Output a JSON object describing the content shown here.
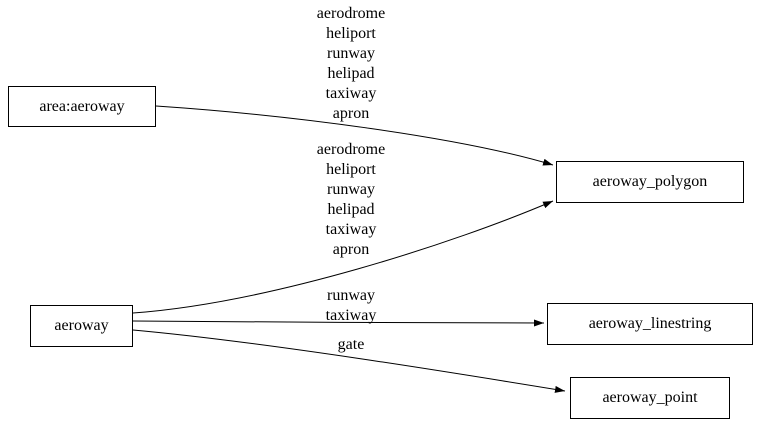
{
  "diagram": {
    "background": "#ffffff",
    "stroke_color": "#000000",
    "nodes": [
      {
        "id": "area_aeroway",
        "label": "area:aeroway"
      },
      {
        "id": "aeroway",
        "label": "aeroway"
      },
      {
        "id": "aeroway_polygon",
        "label": "aeroway_polygon"
      },
      {
        "id": "aeroway_linestring",
        "label": "aeroway_linestring"
      },
      {
        "id": "aeroway_point",
        "label": "aeroway_point"
      }
    ],
    "edges": [
      {
        "from": "area:aeroway",
        "to": "aeroway_polygon",
        "label": "aerodrome\nheliport\nrunway\nhelipad\ntaxiway\napron"
      },
      {
        "from": "aeroway",
        "to": "aeroway_polygon",
        "label": "aerodrome\nheliport\nrunway\nhelipad\ntaxiway\napron"
      },
      {
        "from": "aeroway",
        "to": "aeroway_linestring",
        "label": "runway\ntaxiway"
      },
      {
        "from": "aeroway",
        "to": "aeroway_point",
        "label": "gate"
      }
    ]
  }
}
